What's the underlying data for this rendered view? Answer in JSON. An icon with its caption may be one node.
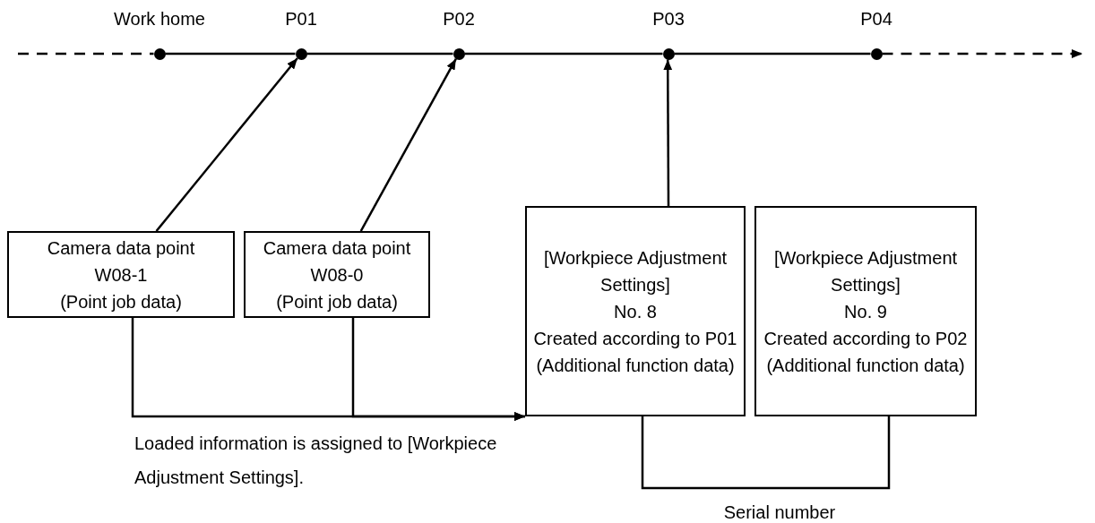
{
  "diagram": {
    "nodes": [
      {
        "text": [
          "Work home"
        ]
      },
      {
        "text": [
          "P01"
        ]
      },
      {
        "text": [
          "P02"
        ]
      },
      {
        "text": [
          "P03"
        ]
      },
      {
        "text": [
          "P04"
        ]
      },
      {
        "text": [
          "Camera data point",
          "W08-1",
          "(Point job data)"
        ]
      },
      {
        "text": [
          "Camera data point",
          "W08-0",
          "(Point job data)"
        ]
      },
      {
        "text": [
          "[Workpiece Adjustment Settings]",
          "No. 8",
          "Created according to P01",
          "(Additional function data)"
        ]
      },
      {
        "text": [
          "[Workpiece Adjustment Settings]",
          "No. 9",
          "Created according to P02",
          "(Additional function data)"
        ]
      }
    ],
    "edges": [
      {
        "from": null,
        "to": 0,
        "arrow": "none",
        "style": "dashed"
      },
      {
        "from": 0,
        "to": 1,
        "arrow": "none"
      },
      {
        "from": 1,
        "to": 2,
        "arrow": "none"
      },
      {
        "from": 2,
        "to": 3,
        "arrow": "none"
      },
      {
        "from": 3,
        "to": 4,
        "arrow": "none"
      },
      {
        "from": 4,
        "to": null,
        "arrow": "to",
        "style": "dashed"
      },
      {
        "from": 5,
        "to": 1,
        "arrow": "to"
      },
      {
        "from": 6,
        "to": 2,
        "arrow": "to"
      },
      {
        "from": 7,
        "to": 3,
        "arrow": "to"
      },
      {
        "from": 5,
        "to": 7,
        "arrow": "to",
        "label": "Loaded information is assigned to [Workpiece Adjustment Settings]."
      },
      {
        "from": 6,
        "to": 7,
        "arrow": "to"
      },
      {
        "from": 7,
        "to": 8,
        "arrow": "none",
        "label": "Serial number"
      }
    ]
  }
}
